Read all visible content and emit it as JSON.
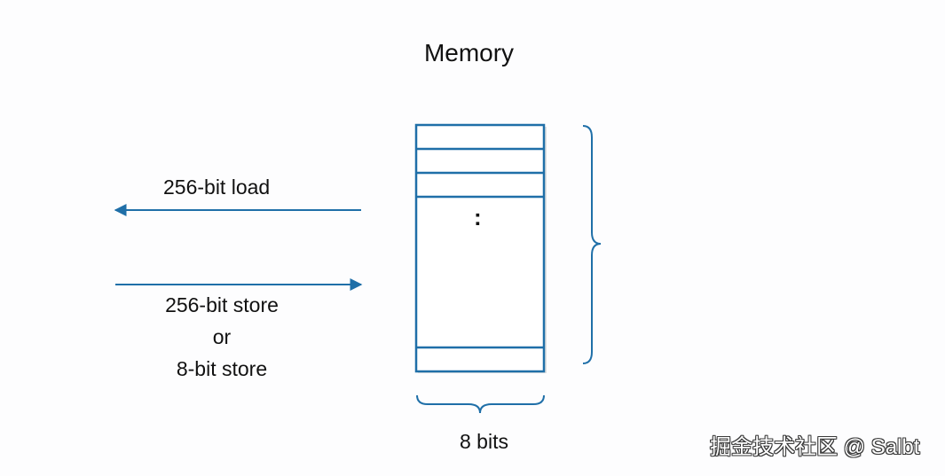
{
  "diagram": {
    "title": "Memory",
    "load_label": "256-bit load",
    "store_label_lines": [
      "256-bit store",
      "or",
      "8-bit store"
    ],
    "ellipsis": ":",
    "width_label": "8 bits",
    "watermark": "掘金技术社区 @ Salbt",
    "stroke_color": "#1f6fa8"
  }
}
